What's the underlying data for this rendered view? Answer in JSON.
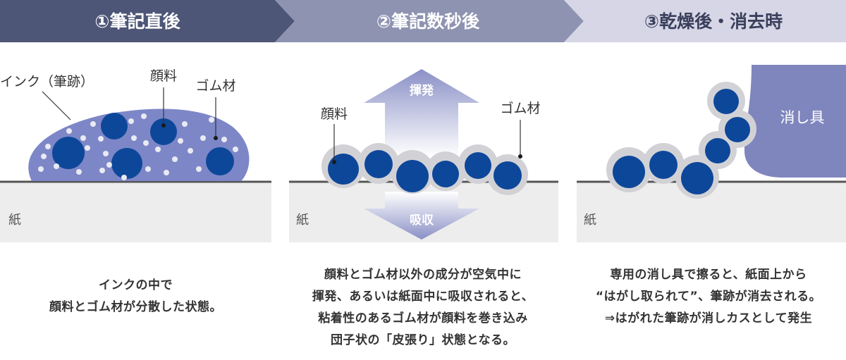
{
  "steps": [
    {
      "title": "①筆記直後"
    },
    {
      "title": "②筆記数秒後"
    },
    {
      "title": "③乾燥後・消去時"
    }
  ],
  "panel1": {
    "ink_label": "インク（筆跡）",
    "pigment_label": "顔料",
    "rubber_label": "ゴム材",
    "paper_label": "紙"
  },
  "panel2": {
    "pigment_label": "顔料",
    "rubber_label": "ゴム材",
    "evaporation_label": "揮発",
    "absorption_label": "吸収",
    "paper_label": "紙"
  },
  "panel3": {
    "eraser_label": "消し具",
    "paper_label": "紙"
  },
  "captions": [
    {
      "lines": [
        "インクの中で",
        "顔料とゴム材が分散した状態。"
      ]
    },
    {
      "lines": [
        "顔料とゴム材以外の成分が空気中に",
        "揮発、あるいは紙面中に吸収されると、",
        "粘着性のあるゴム材が顔料を巻き込み",
        "団子状の「皮張り」状態となる。"
      ]
    },
    {
      "lines": [
        "専用の消し具で擦ると、紙面上から",
        "“はがし取られて”、筆跡が消去される。",
        "⇒はがれた筆跡が消しカスとして発生"
      ]
    }
  ],
  "colors": {
    "header_dark": "#4e5677",
    "header_mid": "#8e93b1",
    "header_light": "#d6d6e6",
    "ink": "#7d87c7",
    "pigment": "#0d479a",
    "rubber": "#d2d2d6",
    "paper": "#ededed",
    "eraser": "#7f85bd"
  }
}
